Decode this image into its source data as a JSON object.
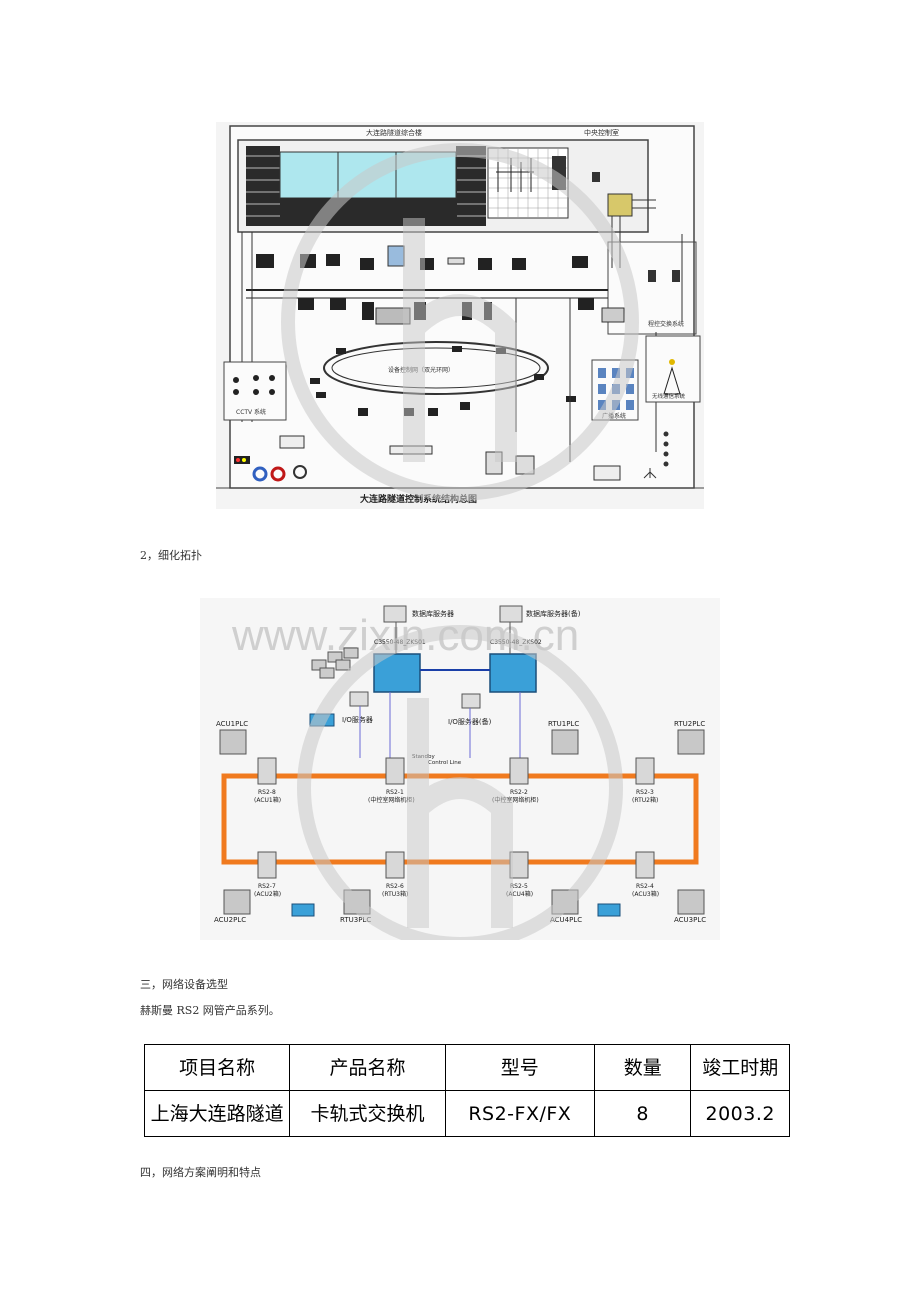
{
  "figure1": {
    "title_top": "大连路隧道综合楼",
    "room": "中央控制室",
    "caption_bottom": "大连路隧道控制系统结构总图",
    "ring_label": "设备控制网（双光环网）",
    "cctv_label": "CCTV 系统",
    "phone_label": "程控交换系统",
    "radio_label": "无线通信系统",
    "broadcast_label": "广播系统"
  },
  "section2_title": "2，细化拓扑",
  "figure2": {
    "watermark": "www.zixin.com.cn",
    "db_server": "数据库服务器",
    "db_server_backup": "数据库服务器(备)",
    "switch1": "C3550-48_ZKS01",
    "switch2": "C3550-48_ZKS02",
    "io_server": "I/O服务器",
    "io_server_backup": "I/O服务器(备)",
    "control_line": "Control Line",
    "standby": "Standby",
    "plc_top": [
      "ACU1PLC",
      "RTU1PLC",
      "RTU2PLC"
    ],
    "plc_bottom": [
      "ACU2PLC",
      "RTU3PLC",
      "ACU4PLC",
      "ACU3PLC"
    ],
    "rs_top": [
      {
        "name": "RS2-8",
        "sub": "(ACU1箱)"
      },
      {
        "name": "RS2-1",
        "sub": "(中控室网络机柜)"
      },
      {
        "name": "RS2-2",
        "sub": "(中控室网络机柜)"
      },
      {
        "name": "RS2-3",
        "sub": "(RTU2箱)"
      }
    ],
    "rs_bottom": [
      {
        "name": "RS2-7",
        "sub": "(ACU2箱)"
      },
      {
        "name": "RS2-6",
        "sub": "(RTU3箱)"
      },
      {
        "name": "RS2-5",
        "sub": "(ACU4箱)"
      },
      {
        "name": "RS2-4",
        "sub": "(ACU3箱)"
      }
    ]
  },
  "section3_title": "三，网络设备选型",
  "section3_text": "赫斯曼 RS2 网管产品系列。",
  "table": {
    "headers": [
      "项目名称",
      "产品名称",
      "型号",
      "数量",
      "竣工时期"
    ],
    "rows": [
      [
        "上海大连路隧道",
        "卡轨式交换机",
        "RS2-FX/FX",
        "8",
        "2003.2"
      ]
    ]
  },
  "section4_title": "四，网络方案阐明和特点",
  "colors": {
    "ring_orange": "#f07a1e",
    "panel_cyan": "#aee7ee",
    "frame_gray": "#555555"
  }
}
